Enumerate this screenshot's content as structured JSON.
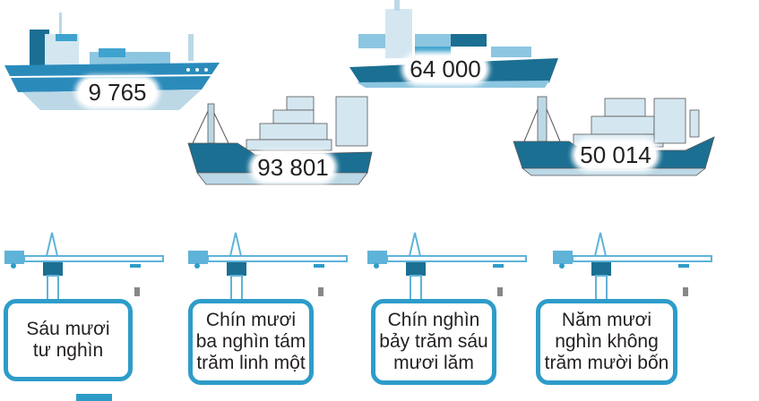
{
  "ships": [
    {
      "id": "ship-1",
      "number": "9 765"
    },
    {
      "id": "ship-2",
      "number": "64 000"
    },
    {
      "id": "ship-3",
      "number": "93 801"
    },
    {
      "id": "ship-4",
      "number": "50 014"
    }
  ],
  "cards": [
    {
      "lines": [
        "Sáu mươi",
        "tư nghìn"
      ]
    },
    {
      "lines": [
        "Chín mươi",
        "ba nghìn tám",
        "trăm linh một"
      ]
    },
    {
      "lines": [
        "Chín nghìn",
        "bảy trăm sáu",
        "mươi lăm"
      ]
    },
    {
      "lines": [
        "Năm mươi",
        "nghìn không",
        "trăm mười bốn"
      ]
    }
  ],
  "colors": {
    "accent": "#2e9cc9",
    "hull_dark": "#1b6f93",
    "hull_light": "#bcd8e6",
    "text": "#231f20"
  }
}
